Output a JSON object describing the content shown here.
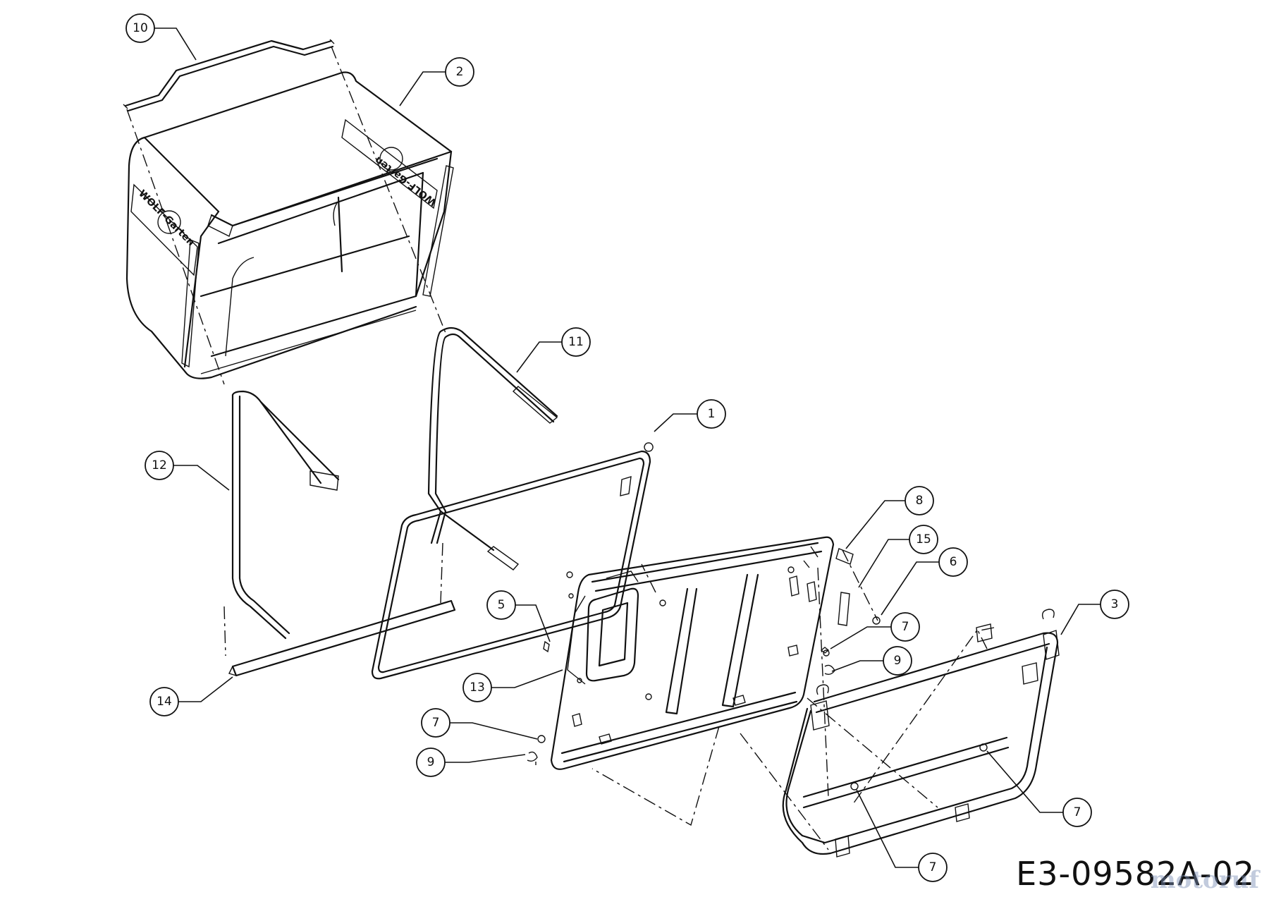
{
  "drawing_code": "E3-09582A-02",
  "watermark": "motoruf",
  "logo_text": "WOLF-Garten",
  "callouts": [
    {
      "id": "c10",
      "label": "10"
    },
    {
      "id": "c2",
      "label": "2"
    },
    {
      "id": "c11",
      "label": "11"
    },
    {
      "id": "c1",
      "label": "1"
    },
    {
      "id": "c12",
      "label": "12"
    },
    {
      "id": "c8",
      "label": "8"
    },
    {
      "id": "c15",
      "label": "15"
    },
    {
      "id": "c6",
      "label": "6"
    },
    {
      "id": "c3",
      "label": "3"
    },
    {
      "id": "c5",
      "label": "5"
    },
    {
      "id": "c7a",
      "label": "7"
    },
    {
      "id": "c9a",
      "label": "9"
    },
    {
      "id": "c13",
      "label": "13"
    },
    {
      "id": "c14",
      "label": "14"
    },
    {
      "id": "c7b",
      "label": "7"
    },
    {
      "id": "c9b",
      "label": "9"
    },
    {
      "id": "c7c",
      "label": "7"
    },
    {
      "id": "c7d",
      "label": "7"
    }
  ]
}
